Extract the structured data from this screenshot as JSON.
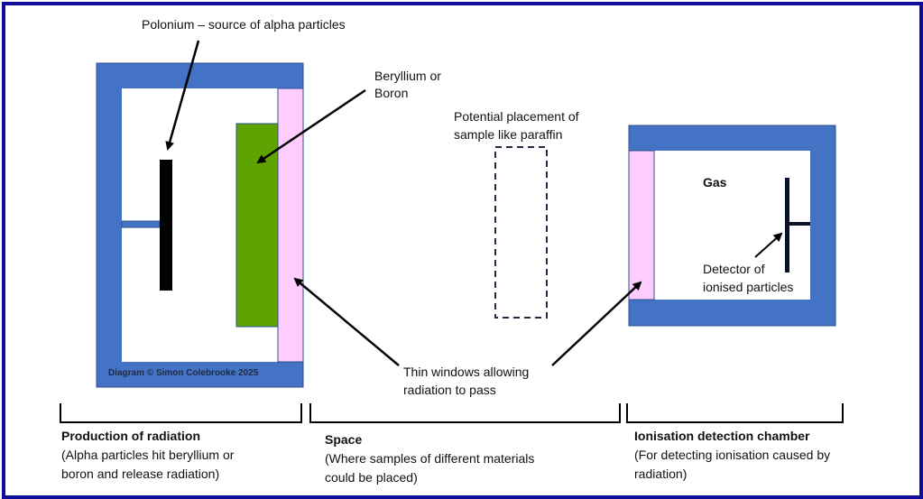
{
  "labels": {
    "polonium": "Polonium – source of alpha particles",
    "beryllium_line1": "Beryllium or",
    "beryllium_line2": "Boron",
    "sample_line1": "Potential placement of",
    "sample_line2": "sample like paraffin",
    "gas": "Gas",
    "detector_line1": "Detector of",
    "detector_line2": "ionised particles",
    "windows_line1": "Thin windows allowing",
    "windows_line2": "radiation to pass",
    "copyright": "Diagram © Simon Colebrooke 2025"
  },
  "sections": [
    {
      "title": "Production of radiation",
      "line1": "(Alpha particles hit beryllium or",
      "line2": "boron and release radiation)"
    },
    {
      "title": "Space",
      "line1": "(Where samples of different materials",
      "line2": "could be placed)"
    },
    {
      "title": "Ionisation detection chamber",
      "line1": "(For detecting ionisation caused by",
      "line2": "radiation)"
    }
  ],
  "colors": {
    "housing": "#4472c4",
    "window": "#ffccff",
    "target": "#5ea300",
    "source": "#000000",
    "frame": "#0d0d99"
  }
}
